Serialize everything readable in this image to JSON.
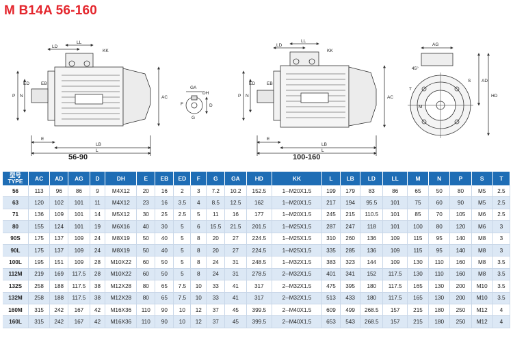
{
  "title": "M B14A  56-160",
  "captions": {
    "left": "56-90",
    "right": "100-160"
  },
  "drawing_labels": [
    "LD",
    "LL",
    "KK",
    "AC",
    "AD",
    "HD",
    "AG",
    "P",
    "N",
    "ED",
    "EB",
    "E",
    "LB",
    "L",
    "GA",
    "DH",
    "D",
    "F",
    "G",
    "45°",
    "S",
    "T",
    "M"
  ],
  "table": {
    "type_header_line1": "型号",
    "type_header_line2": "TYPE",
    "columns": [
      "AC",
      "AD",
      "AG",
      "D",
      "DH",
      "E",
      "EB",
      "ED",
      "F",
      "G",
      "GA",
      "HD",
      "KK",
      "L",
      "LB",
      "LD",
      "LL",
      "M",
      "N",
      "P",
      "S",
      "T"
    ],
    "rows": [
      [
        "56",
        "113",
        "96",
        "86",
        "9",
        "M4X12",
        "20",
        "16",
        "2",
        "3",
        "7.2",
        "10.2",
        "152.5",
        "1--M20X1.5",
        "199",
        "179",
        "83",
        "86",
        "65",
        "50",
        "80",
        "M5",
        "2.5"
      ],
      [
        "63",
        "120",
        "102",
        "101",
        "11",
        "M4X12",
        "23",
        "16",
        "3.5",
        "4",
        "8.5",
        "12.5",
        "162",
        "1--M20X1.5",
        "217",
        "194",
        "95.5",
        "101",
        "75",
        "60",
        "90",
        "M5",
        "2.5"
      ],
      [
        "71",
        "136",
        "109",
        "101",
        "14",
        "M5X12",
        "30",
        "25",
        "2.5",
        "5",
        "11",
        "16",
        "177",
        "1--M20X1.5",
        "245",
        "215",
        "110.5",
        "101",
        "85",
        "70",
        "105",
        "M6",
        "2.5"
      ],
      [
        "80",
        "155",
        "124",
        "101",
        "19",
        "M6X16",
        "40",
        "30",
        "5",
        "6",
        "15.5",
        "21.5",
        "201.5",
        "1--M25X1.5",
        "287",
        "247",
        "118",
        "101",
        "100",
        "80",
        "120",
        "M6",
        "3"
      ],
      [
        "90S",
        "175",
        "137",
        "109",
        "24",
        "M8X19",
        "50",
        "40",
        "5",
        "8",
        "20",
        "27",
        "224.5",
        "1--M25X1.5",
        "310",
        "260",
        "136",
        "109",
        "115",
        "95",
        "140",
        "M8",
        "3"
      ],
      [
        "90L",
        "175",
        "137",
        "109",
        "24",
        "M8X19",
        "50",
        "40",
        "5",
        "8",
        "20",
        "27",
        "224.5",
        "1--M25X1.5",
        "335",
        "285",
        "136",
        "109",
        "115",
        "95",
        "140",
        "M8",
        "3"
      ],
      [
        "100L",
        "195",
        "151",
        "109",
        "28",
        "M10X22",
        "60",
        "50",
        "5",
        "8",
        "24",
        "31",
        "248.5",
        "1--M32X1.5",
        "383",
        "323",
        "144",
        "109",
        "130",
        "110",
        "160",
        "M8",
        "3.5"
      ],
      [
        "112M",
        "219",
        "169",
        "117.5",
        "28",
        "M10X22",
        "60",
        "50",
        "5",
        "8",
        "24",
        "31",
        "278.5",
        "2--M32X1.5",
        "401",
        "341",
        "152",
        "117.5",
        "130",
        "110",
        "160",
        "M8",
        "3.5"
      ],
      [
        "132S",
        "258",
        "188",
        "117.5",
        "38",
        "M12X28",
        "80",
        "65",
        "7.5",
        "10",
        "33",
        "41",
        "317",
        "2--M32X1.5",
        "475",
        "395",
        "180",
        "117.5",
        "165",
        "130",
        "200",
        "M10",
        "3.5"
      ],
      [
        "132M",
        "258",
        "188",
        "117.5",
        "38",
        "M12X28",
        "80",
        "65",
        "7.5",
        "10",
        "33",
        "41",
        "317",
        "2--M32X1.5",
        "513",
        "433",
        "180",
        "117.5",
        "165",
        "130",
        "200",
        "M10",
        "3.5"
      ],
      [
        "160M",
        "315",
        "242",
        "167",
        "42",
        "M16X36",
        "110",
        "90",
        "10",
        "12",
        "37",
        "45",
        "399.5",
        "2--M40X1.5",
        "609",
        "499",
        "268.5",
        "157",
        "215",
        "180",
        "250",
        "M12",
        "4"
      ],
      [
        "160L",
        "315",
        "242",
        "167",
        "42",
        "M16X36",
        "110",
        "90",
        "10",
        "12",
        "37",
        "45",
        "399.5",
        "2--M40X1.5",
        "653",
        "543",
        "268.5",
        "157",
        "215",
        "180",
        "250",
        "M12",
        "4"
      ]
    ]
  }
}
